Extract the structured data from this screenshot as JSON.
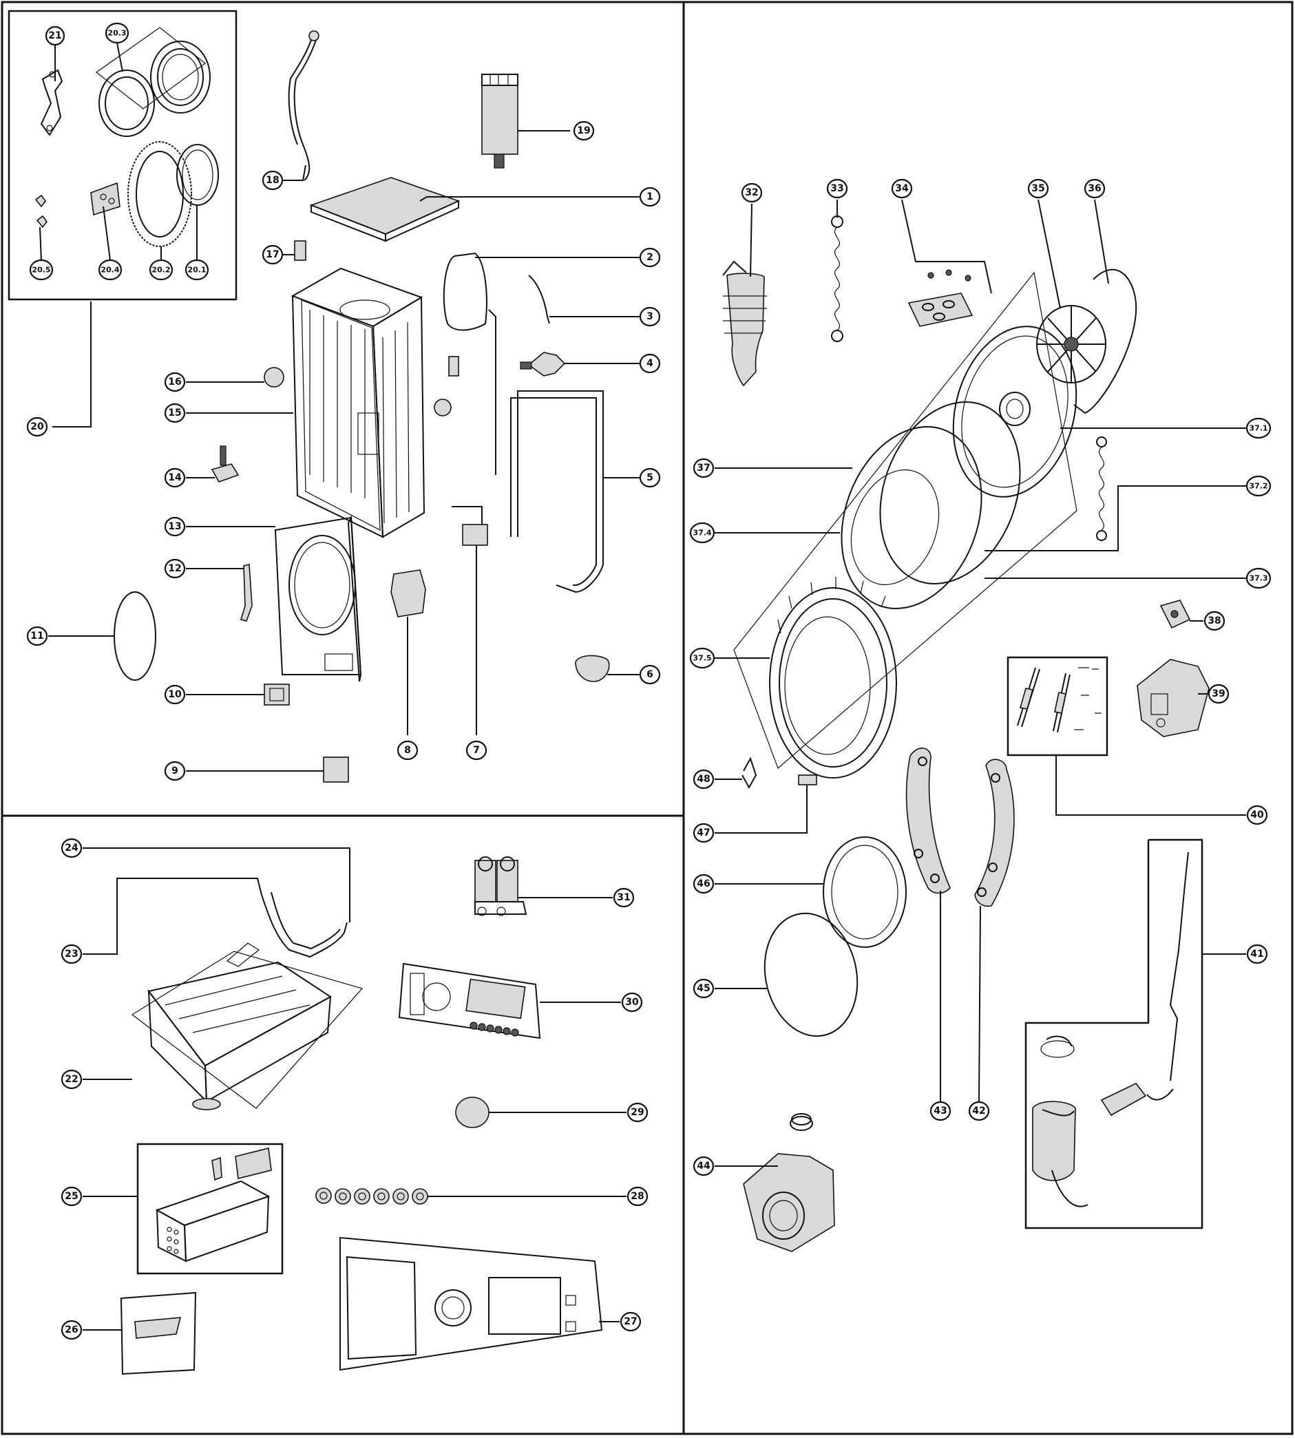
{
  "labels": {
    "p1": "1",
    "p2": "2",
    "p3": "3",
    "p4": "4",
    "p5": "5",
    "p6": "6",
    "p7": "7",
    "p8": "8",
    "p9": "9",
    "p10": "10",
    "p11": "11",
    "p12": "12",
    "p13": "13",
    "p14": "14",
    "p15": "15",
    "p16": "16",
    "p17": "17",
    "p18": "18",
    "p19": "19",
    "p20": "20",
    "p20_1": "20.1",
    "p20_2": "20.2",
    "p20_3": "20.3",
    "p20_4": "20.4",
    "p20_5": "20.5",
    "p21": "21",
    "p22": "22",
    "p23": "23",
    "p24": "24",
    "p25": "25",
    "p26": "26",
    "p27": "27",
    "p28": "28",
    "p29": "29",
    "p30": "30",
    "p31": "31",
    "p32": "32",
    "p33": "33",
    "p34": "34",
    "p35": "35",
    "p36": "36",
    "p37": "37",
    "p37_1": "37.1",
    "p37_2": "37.2",
    "p37_3": "37.3",
    "p37_4": "37.4",
    "p37_5": "37.5",
    "p38": "38",
    "p39": "39",
    "p40": "40",
    "p41": "41",
    "p42": "42",
    "p43": "43",
    "p44": "44",
    "p45": "45",
    "p46": "46",
    "p47": "47",
    "p48": "48"
  },
  "colors": {
    "line": "#111111",
    "fill": "#d9d9d9",
    "background": "#ffffff"
  }
}
